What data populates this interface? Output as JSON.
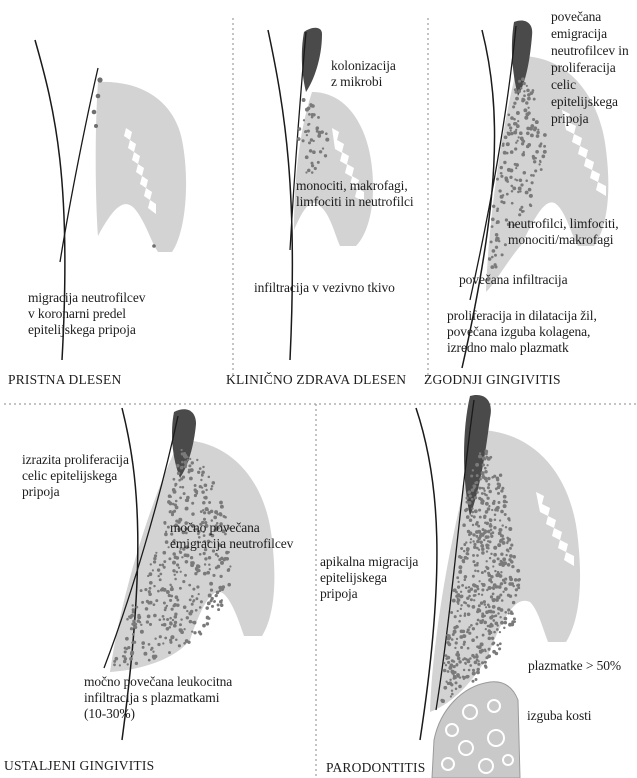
{
  "panels": [
    {
      "title": "PRISTNA DLESEN",
      "labels": [
        "migracija neutrofilcev\nv koronarni predel\nepitelijskega pripoja"
      ]
    },
    {
      "title": "KLINIČNO ZDRAVA DLESEN",
      "labels": [
        "kolonizacija\nz mikrobi",
        "monociti, makrofagi,\nlimfociti in neutrofilci",
        "infiltracija v vezivno tkivo"
      ]
    },
    {
      "title": "ZGODNJI GINGIVITIS",
      "labels": [
        "povečana\nemigracija\nneutrofilcev in\nproliferacija\ncelic\nepitelijskega\npripoja",
        "neutrofilci, limfociti,\nmonociti/makrofagi",
        "povečana infiltracija",
        "proliferacija in dilatacija žil,\npovečana izguba kolagena,\nizredno malo plazmatk"
      ]
    },
    {
      "title": "USTALJENI GINGIVITIS",
      "labels": [
        "izrazita proliferacija\ncelic epitelijskega\npripoja",
        "močno povečana\nemigracija neutrofilcev",
        "močno povečana leukocitna\ninfiltracija s plazmatkami\n(10-30%)"
      ]
    },
    {
      "title": "PARODONTITIS",
      "labels": [
        "apikalna migracija\nepitelijskega\npripoja",
        "plazmatke > 50%",
        "izguba kosti"
      ]
    }
  ],
  "colors": {
    "gingiva": "#d3d3d3",
    "gingiva_dark": "#bfbfbf",
    "plaque": "#4a4a4a",
    "bone": "#c9c9c9",
    "divider": "#8a8a8a",
    "cell": "#6e6e6e"
  }
}
